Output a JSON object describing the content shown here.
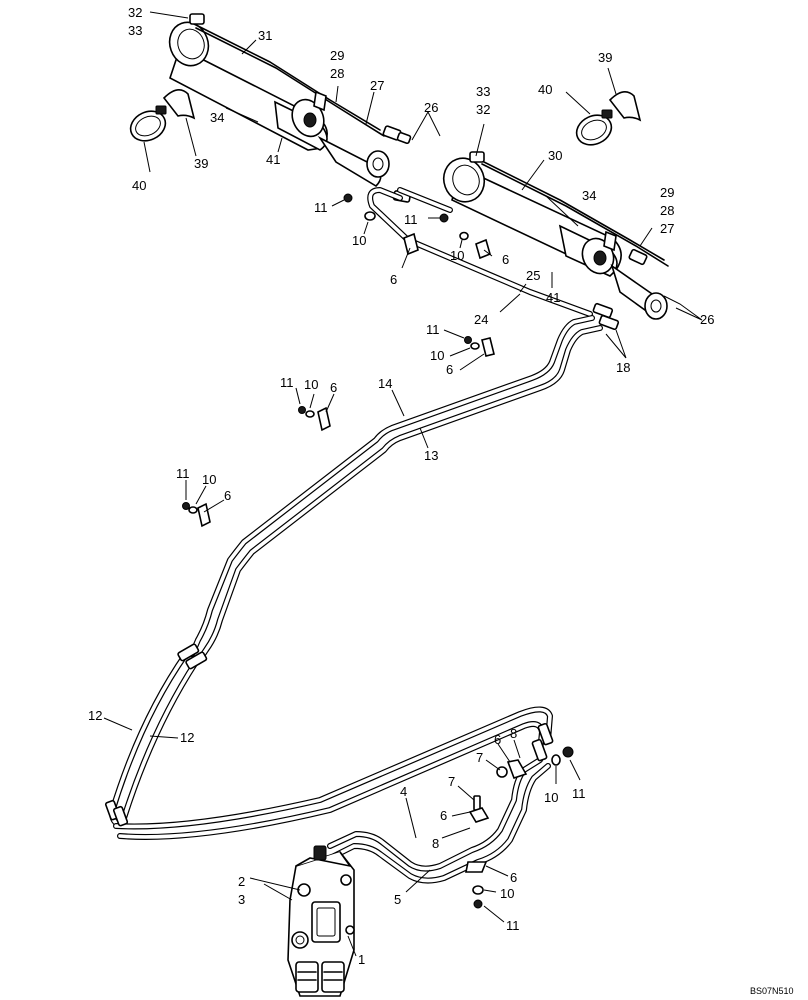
{
  "callouts": {
    "c32a": "32",
    "c33a": "33",
    "c31": "31",
    "c29a": "29",
    "c28a": "28",
    "c27a": "27",
    "c26a": "26",
    "c34a": "34",
    "c41a": "41",
    "c39a": "39",
    "c40a": "40",
    "c33b": "33",
    "c32b": "32",
    "c30": "30",
    "c40b": "40",
    "c39b": "39",
    "c11a": "11",
    "c10a": "10",
    "c11b": "11",
    "c10b": "10",
    "c6a": "6",
    "c6b": "6",
    "c34b": "34",
    "c29b": "29",
    "c28b": "28",
    "c27b": "27",
    "c25": "25",
    "c41b": "41",
    "c24": "24",
    "c26b": "26",
    "c11c": "11",
    "c10c": "10",
    "c6c": "6",
    "c18": "18",
    "c11d": "11",
    "c10d": "10",
    "c6d": "6",
    "c14": "14",
    "c13": "13",
    "c11e": "11",
    "c10e": "10",
    "c6e": "6",
    "c12a": "12",
    "c12b": "12",
    "c6f": "6",
    "c8a": "8",
    "c7a": "7",
    "c10f": "10",
    "c11f": "11",
    "c4": "4",
    "c7b": "7",
    "c6g": "6",
    "c8b": "8",
    "c2": "2",
    "c3": "3",
    "c5": "5",
    "c6h": "6",
    "c10g": "10",
    "c11g": "11",
    "c1": "1"
  },
  "reference_code": "BS07N510"
}
